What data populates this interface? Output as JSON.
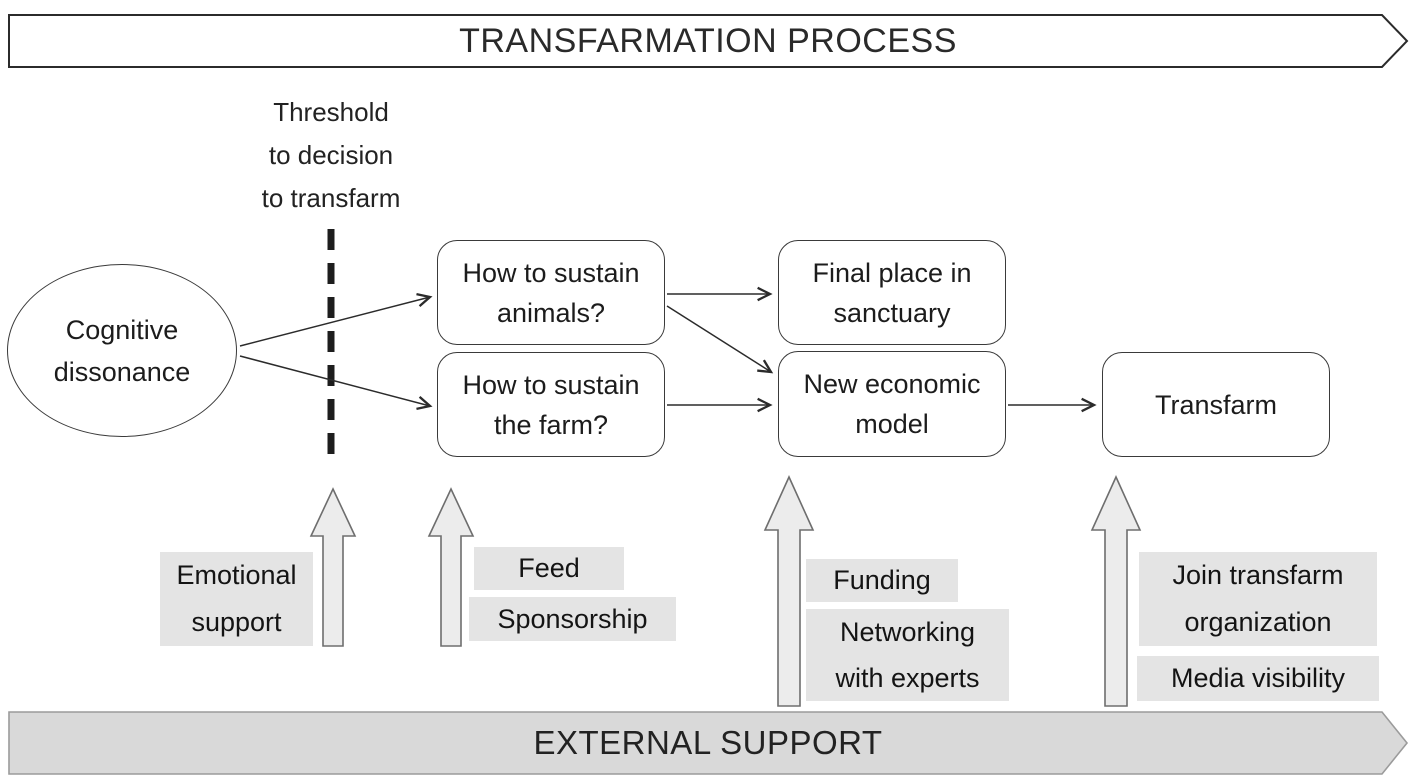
{
  "banners": {
    "process": "TRANSFARMATION PROCESS",
    "external_support": "EXTERNAL SUPPORT"
  },
  "threshold": {
    "label": "Threshold\nto decision\nto transfarm"
  },
  "nodes": {
    "cognitive_dissonance": "Cognitive\ndissonance",
    "sustain_animals": "How to sustain\nanimals?",
    "sustain_farm": "How to sustain\nthe farm?",
    "final_place": "Final place in\nsanctuary",
    "new_economic_model": "New economic\nmodel",
    "transfarm": "Transfarm"
  },
  "supports": {
    "emotional": "Emotional\nsupport",
    "feed": "Feed",
    "sponsorship": "Sponsorship",
    "funding": "Funding",
    "networking": "Networking\nwith experts",
    "join_organization": "Join transfarm\norganization",
    "media_visibility": "Media visibility"
  },
  "colors": {
    "background": "#ffffff",
    "outline": "#2b2b2b",
    "bottom_banner_fill": "#d9d9d9",
    "bottom_banner_stroke": "#9b9b9b",
    "support_arrow_fill": "#ececec",
    "support_arrow_stroke": "#6e6e6e",
    "label_background": "#e4e4e4"
  }
}
